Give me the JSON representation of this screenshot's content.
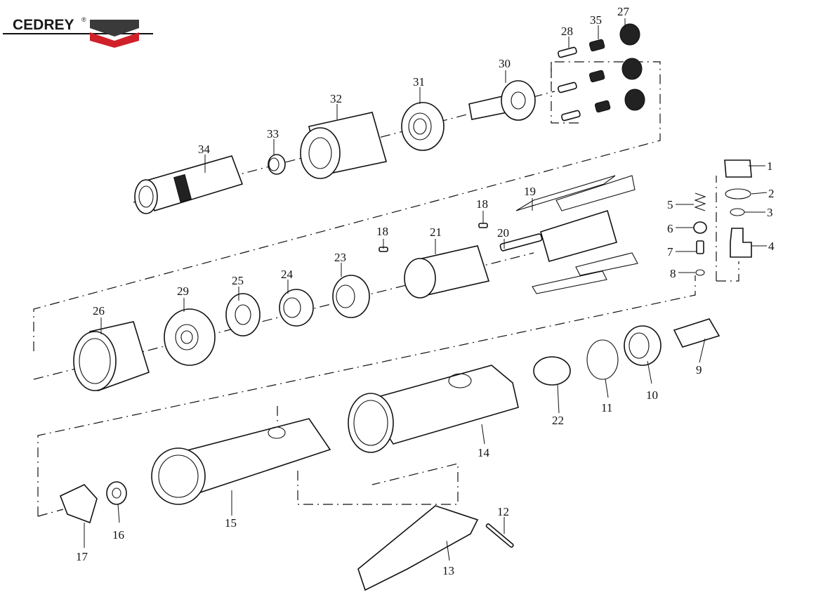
{
  "brand": {
    "name": "CEDREY",
    "registered": "®"
  },
  "parts": [
    {
      "no": "1"
    },
    {
      "no": "2"
    },
    {
      "no": "3"
    },
    {
      "no": "4"
    },
    {
      "no": "5"
    },
    {
      "no": "6"
    },
    {
      "no": "7"
    },
    {
      "no": "8"
    },
    {
      "no": "9"
    },
    {
      "no": "10"
    },
    {
      "no": "11"
    },
    {
      "no": "12"
    },
    {
      "no": "13"
    },
    {
      "no": "14"
    },
    {
      "no": "15"
    },
    {
      "no": "16"
    },
    {
      "no": "17"
    },
    {
      "no": "18"
    },
    {
      "no": "18"
    },
    {
      "no": "19"
    },
    {
      "no": "20"
    },
    {
      "no": "21"
    },
    {
      "no": "22"
    },
    {
      "no": "23"
    },
    {
      "no": "24"
    },
    {
      "no": "25"
    },
    {
      "no": "26"
    },
    {
      "no": "27"
    },
    {
      "no": "28"
    },
    {
      "no": "29"
    },
    {
      "no": "30"
    },
    {
      "no": "31"
    },
    {
      "no": "32"
    },
    {
      "no": "33"
    },
    {
      "no": "34"
    },
    {
      "no": "35"
    }
  ],
  "colors": {
    "logo_dark": "#3a3a3a",
    "logo_red": "#d0202a",
    "line": "#111111"
  }
}
